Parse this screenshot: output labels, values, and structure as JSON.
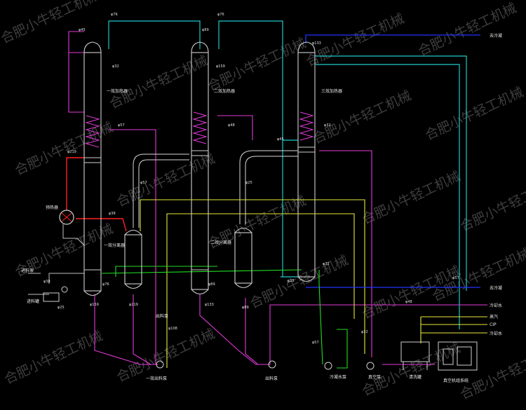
{
  "watermark": "合肥小牛轻工机械",
  "colors": {
    "background": "#000000",
    "cyan": "#1fc9c9",
    "magenta": "#e23ad8",
    "yellow": "#e8e83a",
    "blue": "#2233ff",
    "green": "#22dd22",
    "red": "#ff2020",
    "vessel": "#cfcfcf"
  },
  "labels": {
    "effect1": "一效加热器",
    "effect2": "二效加热器",
    "effect3": "三效加热器",
    "sep1": "一效分离器",
    "sep2": "二效分离器",
    "preheater": "预热器",
    "feed_tank": "进料罐",
    "feed_pump": "一效出料泵",
    "pump2": "出料泵",
    "pump3": "出料泵",
    "condensate_pump": "冷凝水泵",
    "vacuum_pump": "真空泵",
    "cip_unit": "清洗罐",
    "skid": "真空机组系统",
    "out_top": "去冷凝",
    "out_mid": "去冷凝",
    "in_1": "冷却水",
    "in_2": "蒸汽",
    "in_3": "CIP",
    "in_4": "冷却水",
    "in_5": "进料液"
  },
  "tags": [
    "φ45",
    "φ76",
    "φ76",
    "φ89",
    "φ133",
    "φ32",
    "φ159",
    "φ219",
    "φ57",
    "φ48",
    "φ32",
    "φ25",
    "φ38",
    "φ57",
    "φ45",
    "φ76",
    "φ89",
    "φ25",
    "φ32",
    "φ57",
    "φ159",
    "φ219",
    "φ133",
    "φ89",
    "φ108",
    "φ57",
    "φ32",
    "φ48",
    "φ38",
    "φ25"
  ]
}
